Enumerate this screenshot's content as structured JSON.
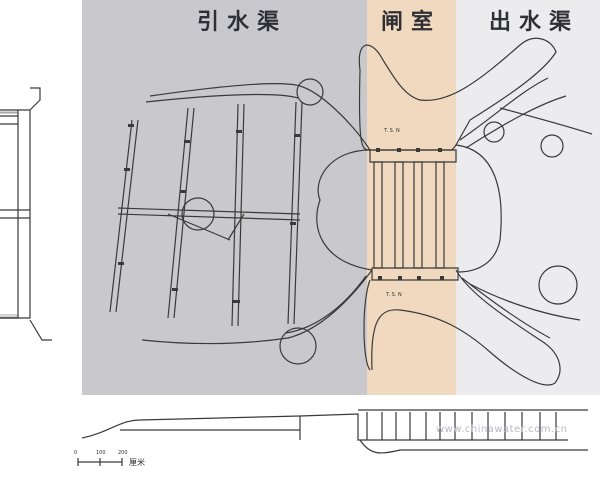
{
  "regions": {
    "intake": {
      "label": "引水渠",
      "color": "#c9c9cd"
    },
    "gate": {
      "label": "闸室",
      "color": "#f0d9bf"
    },
    "outlet": {
      "label": "出水渠",
      "color": "#ececee"
    }
  },
  "scale_bar": {
    "ticks": [
      "0",
      "100",
      "200"
    ],
    "unit": "厘米"
  },
  "watermark": "www.chinawater.com.cn",
  "colors": {
    "ink": "#3a3a3a",
    "heading": "#2f2f36"
  }
}
